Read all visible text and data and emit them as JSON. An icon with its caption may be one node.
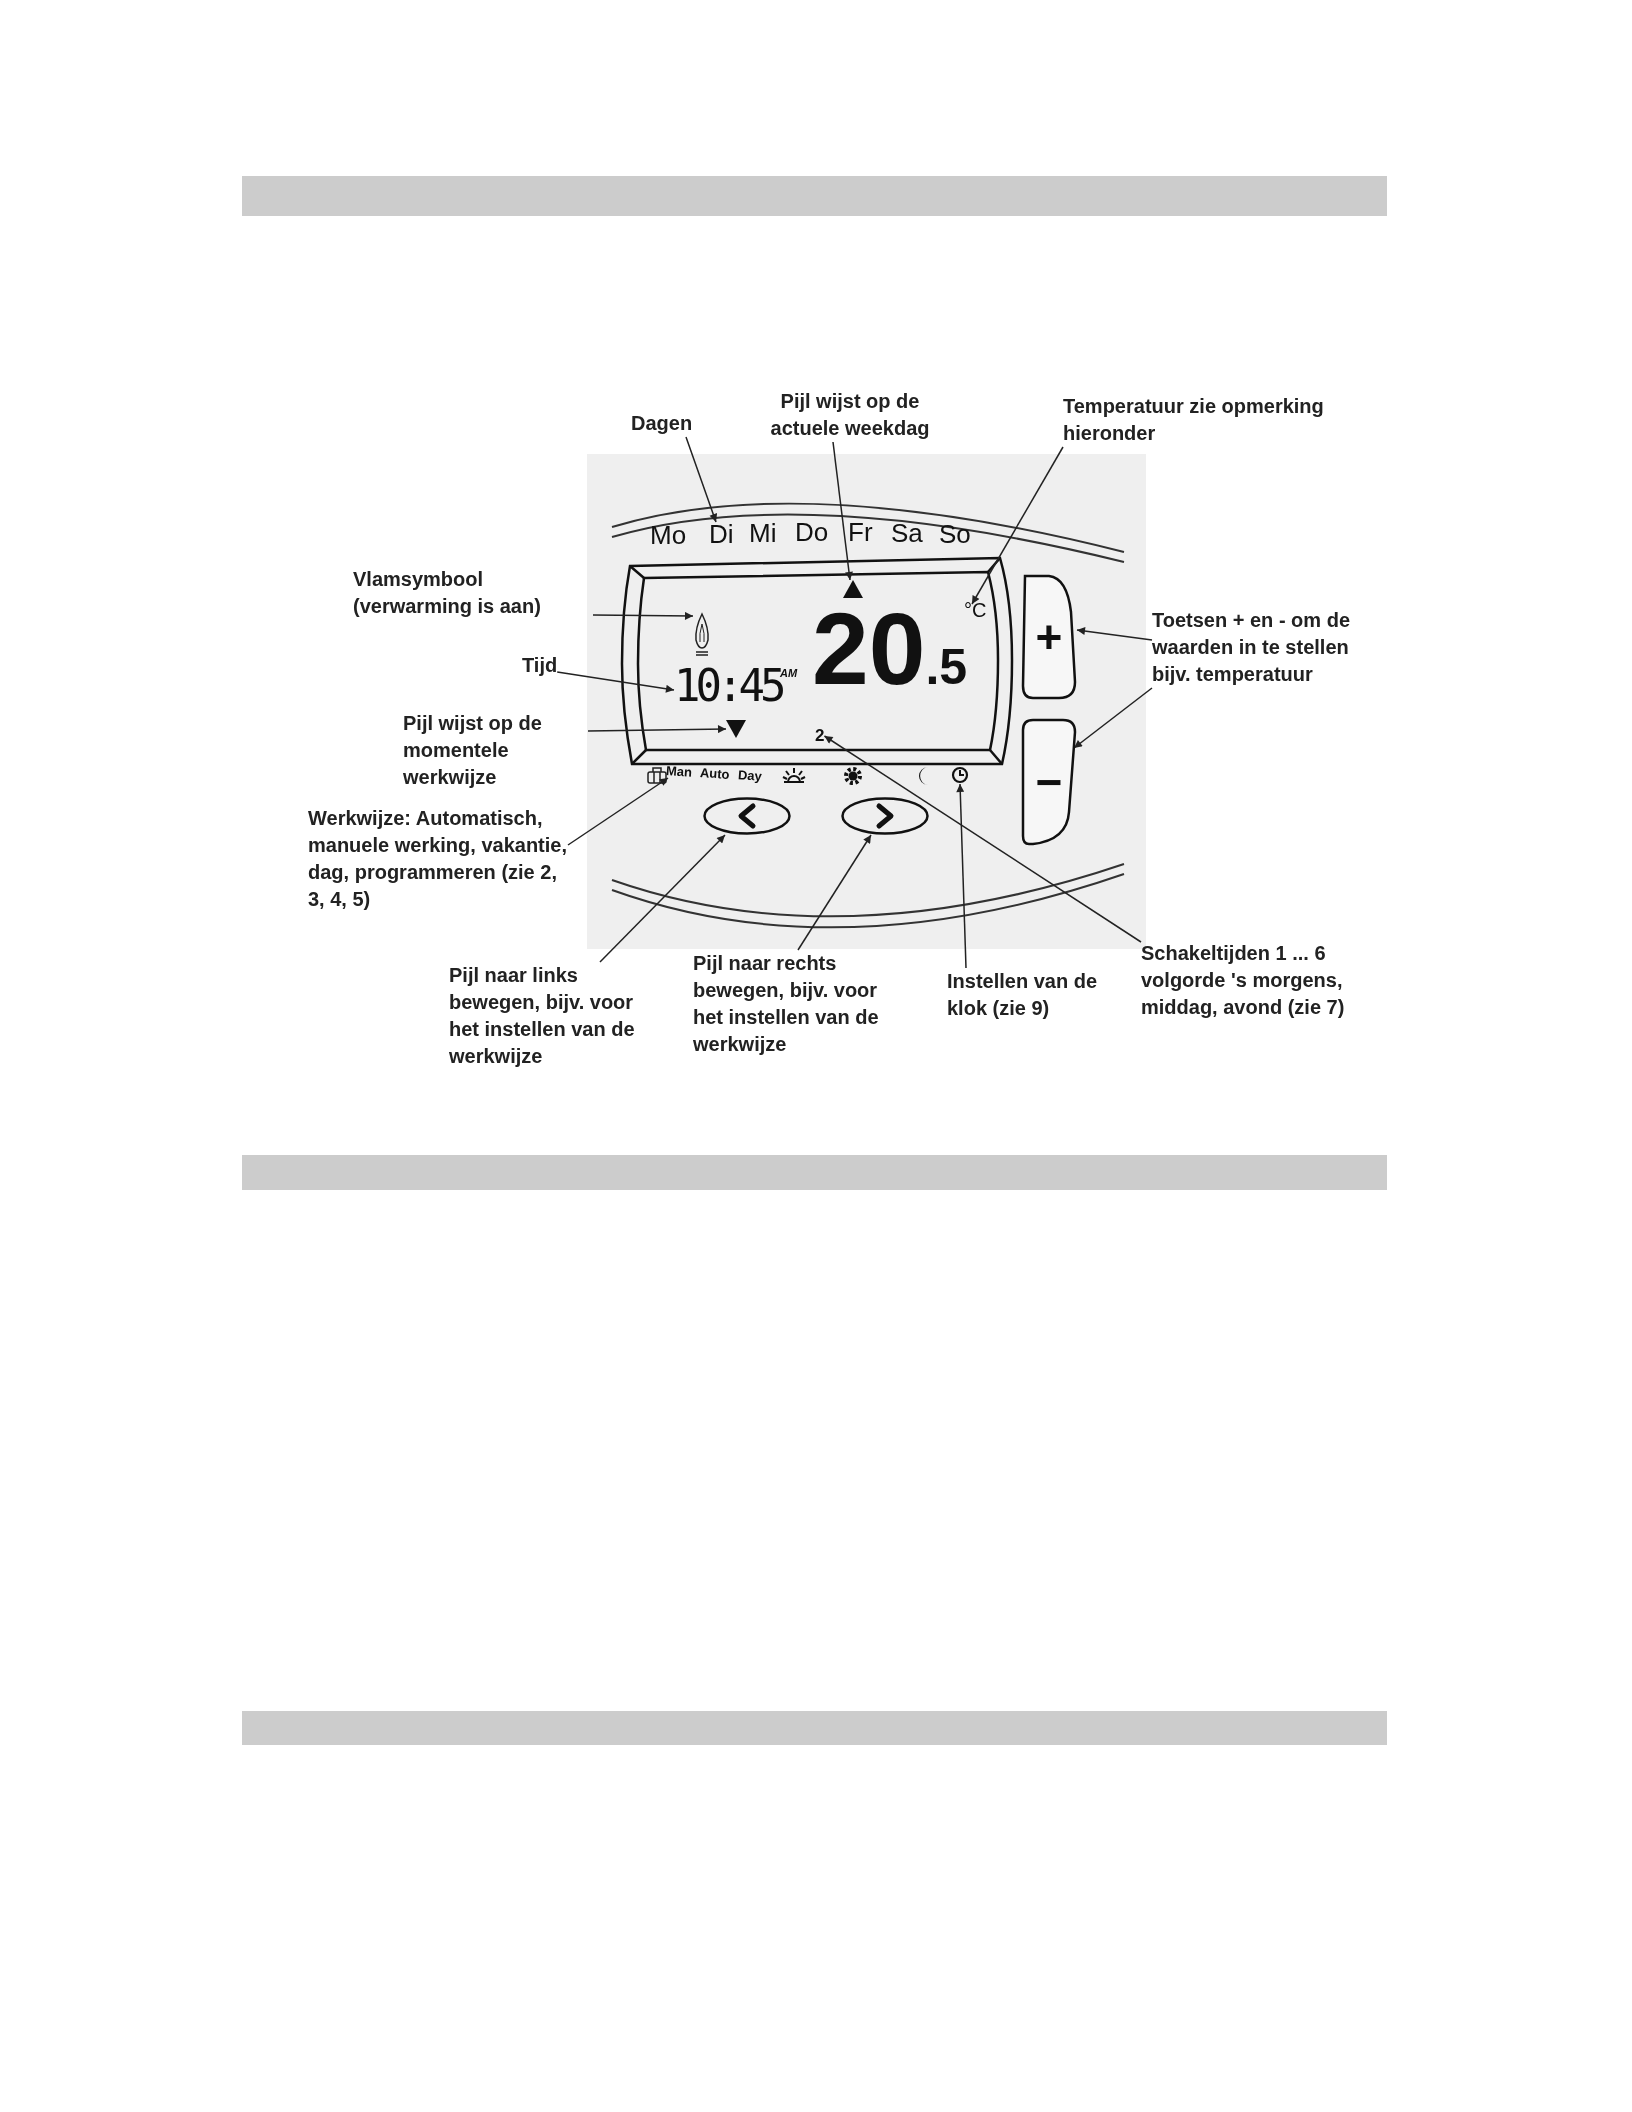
{
  "diagram": {
    "nodes": [
      {
        "text": [
          "Dagen"
        ]
      },
      {
        "text": [
          "Pijl wijst op de actuele weekdag"
        ]
      },
      {
        "text": [
          "Temperatuur zie opmerking hieronder"
        ]
      },
      {
        "text": [
          "Vlamsymbool (verwarming is aan)"
        ]
      },
      {
        "text": [
          "Tijd"
        ]
      },
      {
        "text": [
          "Pijl wijst op de momentele werkwijze"
        ]
      },
      {
        "text": [
          "Werkwijze: Automatisch, manuele werking, vakantie, dag, programmeren (zie 2, 3, 4, 5)"
        ]
      },
      {
        "text": [
          "Pijl naar links bewegen, bijv. voor het instellen van de werkwijze"
        ]
      },
      {
        "text": [
          "Pijl naar rechts bewegen, bijv. voor het instellen van de werkwijze"
        ]
      },
      {
        "text": [
          "Instellen van de klok (zie 9)"
        ]
      },
      {
        "text": [
          "Schakeltijden 1 ... 6 volgorde 's morgens, middag, avond (zie 7)"
        ]
      },
      {
        "text": [
          "Toetsen + en - om de waarden in te stellen bijv. temperatuur"
        ]
      },
      {
        "text": [
          "Di"
        ]
      },
      {
        "text": [],
        "shape": "triangle"
      },
      {
        "text": [
          "°C"
        ]
      },
      {
        "text": [],
        "shape": "picture"
      },
      {
        "text": [
          "10:45"
        ]
      },
      {
        "text": [],
        "shape": "triangle"
      },
      {
        "text": [
          "Man"
        ]
      },
      {
        "text": [],
        "shape": "ellipse"
      },
      {
        "text": [],
        "shape": "ellipse"
      },
      {
        "text": [],
        "shape": "picture"
      },
      {
        "text": [
          "2"
        ]
      },
      {
        "text": [
          "+"
        ]
      },
      {
        "text": [
          "−"
        ]
      },
      {
        "text": [],
        "shape": "bar"
      },
      {
        "text": [],
        "shape": "bar"
      },
      {
        "text": [],
        "shape": "bar"
      }
    ],
    "edges": [
      {
        "from": 0,
        "to": 12,
        "arrow": "to"
      },
      {
        "from": 1,
        "to": 13,
        "arrow": "to"
      },
      {
        "from": 2,
        "to": 14,
        "arrow": "to"
      },
      {
        "from": 3,
        "to": 15,
        "arrow": "to"
      },
      {
        "from": 4,
        "to": 16,
        "arrow": "to"
      },
      {
        "from": 5,
        "to": 17,
        "arrow": "to"
      },
      {
        "from": 6,
        "to": 18,
        "arrow": "to"
      },
      {
        "from": 7,
        "to": 19,
        "arrow": "to"
      },
      {
        "from": 8,
        "to": 20,
        "arrow": "to"
      },
      {
        "from": 9,
        "to": 21,
        "arrow": "to"
      },
      {
        "from": 10,
        "to": 22,
        "arrow": "to"
      },
      {
        "from": 11,
        "to": 23,
        "arrow": "to"
      },
      {
        "from": 11,
        "to": 24,
        "arrow": "to"
      }
    ],
    "labels": [
      "Mo",
      "Mi",
      "Do",
      "Fr",
      "Sa",
      "So",
      "AM",
      "20.5",
      "Auto",
      "Day"
    ]
  }
}
